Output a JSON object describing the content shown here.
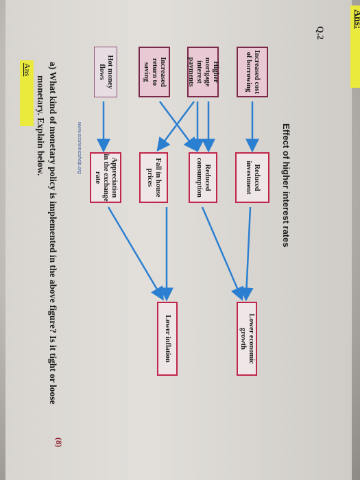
{
  "header": {
    "ans_label": "Ans:",
    "question_number": "Q.2"
  },
  "diagram": {
    "title": "Effect of higher interest rates",
    "causes": [
      "Increased cost of borrowing",
      "Higher mortgage interest payments",
      "Increased return to saving",
      "Hot money flows"
    ],
    "effects": [
      "Reduced investment",
      "Reduced consumption",
      "Fall in house prices",
      "Appreciation in the exchange rate"
    ],
    "outcomes": [
      "Lower economic growth",
      "Lower inflation"
    ],
    "credit": "www.economicshelp.org"
  },
  "question": {
    "text_line1": "a)  What kind of monetary policy is implemented in the above figure? Is it tight or loose",
    "text_line2": "monetary. Explain below.",
    "marks": "(8)",
    "answer_label": "Ans"
  },
  "colors": {
    "highlight": "#e9ea3c",
    "arrow": "#2b7fd0",
    "cause_border": "#7a2847",
    "effect_border": "#c0254a"
  }
}
